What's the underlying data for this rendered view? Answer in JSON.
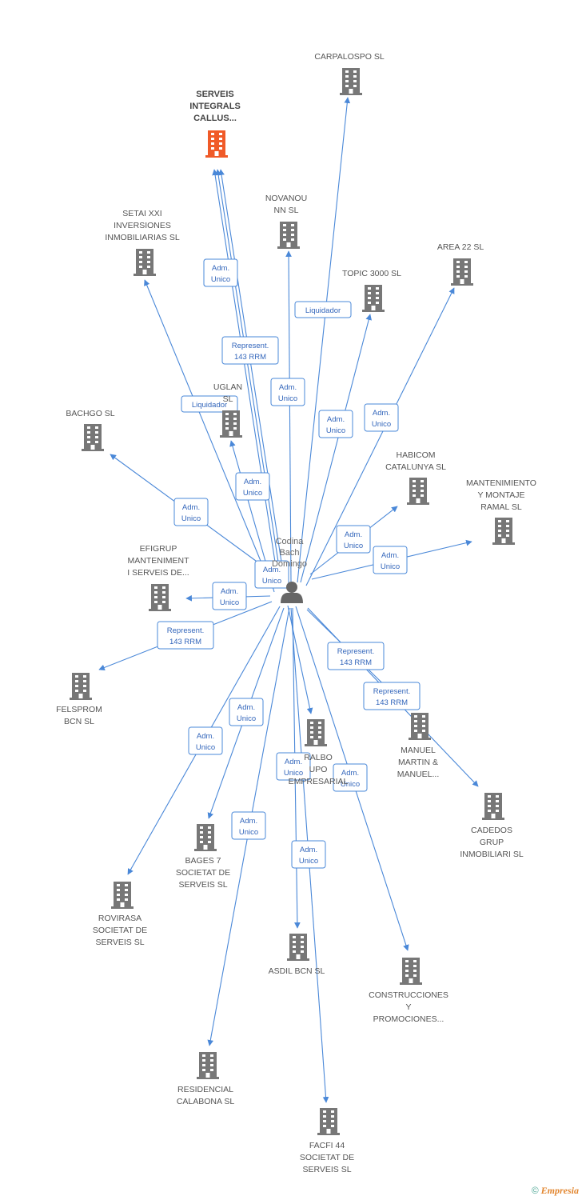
{
  "person": {
    "label_lines": [
      "Codina",
      "Bach",
      "Domingo"
    ],
    "icon": "person-icon"
  },
  "colors": {
    "edge": "#4a88d8",
    "building": "#777777",
    "building_main": "#f05a28"
  },
  "nodes": [
    {
      "id": "serveis",
      "label_lines": [
        "SERVEIS",
        "INTEGRALS",
        "CALLUS..."
      ],
      "main": true,
      "icon": "building-icon"
    },
    {
      "id": "carpalospo",
      "label_lines": [
        "CARPALOSPO SL"
      ],
      "icon": "building-icon"
    },
    {
      "id": "setai",
      "label_lines": [
        "SETAI XXI",
        "INVERSIONES",
        "INMOBILIARIAS SL"
      ],
      "icon": "building-icon"
    },
    {
      "id": "novanou",
      "label_lines": [
        "NOVANOU",
        "NN SL"
      ],
      "icon": "building-icon"
    },
    {
      "id": "area22",
      "label_lines": [
        "AREA 22 SL"
      ],
      "icon": "building-icon"
    },
    {
      "id": "topic",
      "label_lines": [
        "TOPIC 3000 SL"
      ],
      "icon": "building-icon"
    },
    {
      "id": "uglan",
      "label_lines": [
        "UGLAN",
        "SL"
      ],
      "icon": "building-icon"
    },
    {
      "id": "bachgo",
      "label_lines": [
        "BACHGO  SL"
      ],
      "icon": "building-icon"
    },
    {
      "id": "habicom",
      "label_lines": [
        "HABICOM",
        "CATALUNYA SL"
      ],
      "icon": "building-icon"
    },
    {
      "id": "mantenimiento",
      "label_lines": [
        "MANTENIMIENTO",
        "Y MONTAJE",
        "RAMAL SL"
      ],
      "icon": "building-icon"
    },
    {
      "id": "efigrup",
      "label_lines": [
        "EFIGRUP",
        "MANTENIMENT",
        "I SERVEIS DE..."
      ],
      "icon": "building-icon"
    },
    {
      "id": "felsprom",
      "label_lines": [
        "FELSPROM",
        "BCN SL"
      ],
      "icon": "building-icon"
    },
    {
      "id": "ralbo",
      "label_lines": [
        "RALBO",
        "UPO",
        "EMPRESARIAL"
      ],
      "icon": "building-icon"
    },
    {
      "id": "manuel",
      "label_lines": [
        "MANUEL",
        "MARTIN &",
        "MANUEL..."
      ],
      "icon": "building-icon"
    },
    {
      "id": "cadedos",
      "label_lines": [
        "CADEDOS",
        "GRUP",
        "INMOBILIARI SL"
      ],
      "icon": "building-icon"
    },
    {
      "id": "bages",
      "label_lines": [
        "BAGES 7",
        "SOCIETAT DE",
        "SERVEIS SL"
      ],
      "icon": "building-icon"
    },
    {
      "id": "rovirasa",
      "label_lines": [
        "ROVIRASA",
        "SOCIETAT DE",
        "SERVEIS SL"
      ],
      "icon": "building-icon"
    },
    {
      "id": "asdil",
      "label_lines": [
        "ASDIL BCN SL"
      ],
      "icon": "building-icon"
    },
    {
      "id": "construcciones",
      "label_lines": [
        "CONSTRUCCIONES",
        "Y",
        "PROMOCIONES..."
      ],
      "icon": "building-icon"
    },
    {
      "id": "residencial",
      "label_lines": [
        "RESIDENCIAL",
        "CALABONA SL"
      ],
      "icon": "building-icon"
    },
    {
      "id": "facfi",
      "label_lines": [
        "FACFI 44",
        "SOCIETAT DE",
        "SERVEIS SL"
      ],
      "icon": "building-icon"
    }
  ],
  "edges": [
    {
      "to": "carpalospo",
      "label_lines": [
        "Liquidador"
      ]
    },
    {
      "to": "serveis",
      "label_lines": [
        "Adm.",
        "Unico"
      ]
    },
    {
      "to": "serveis",
      "label_lines": [
        "Represent.",
        "143 RRM"
      ]
    },
    {
      "to": "serveis",
      "label_lines": [
        "Liquidador"
      ]
    },
    {
      "to": "setai",
      "label_lines": [
        "Adm.",
        "Unico"
      ]
    },
    {
      "to": "novanou",
      "label_lines": [
        "Adm.",
        "Unico"
      ]
    },
    {
      "to": "topic",
      "label_lines": [
        "Adm.",
        "Unico"
      ]
    },
    {
      "to": "area22",
      "label_lines": [
        "Adm.",
        "Unico"
      ]
    },
    {
      "to": "uglan",
      "label_lines": [
        "Adm.",
        "Unico"
      ]
    },
    {
      "to": "bachgo",
      "label_lines": [
        "Adm.",
        "Unico"
      ]
    },
    {
      "to": "habicom",
      "label_lines": [
        "Adm.",
        "Unico"
      ]
    },
    {
      "to": "mantenimiento",
      "label_lines": [
        "Adm.",
        "Unico"
      ]
    },
    {
      "to": "efigrup",
      "label_lines": [
        "Adm.",
        "Unico"
      ]
    },
    {
      "to": "felsprom",
      "label_lines": [
        "Represent.",
        "143 RRM"
      ]
    },
    {
      "to": "ralbo",
      "label_lines": [
        "Adm.",
        "Unico"
      ]
    },
    {
      "to": "manuel",
      "label_lines": [
        "Represent.",
        "143 RRM"
      ]
    },
    {
      "to": "cadedos",
      "label_lines": [
        "Represent.",
        "143 RRM"
      ]
    },
    {
      "to": "bages",
      "label_lines": [
        "Adm.",
        "Unico"
      ]
    },
    {
      "to": "rovirasa",
      "label_lines": [
        "Adm.",
        "Unico"
      ]
    },
    {
      "to": "asdil",
      "label_lines": [
        "Adm.",
        "Unico"
      ]
    },
    {
      "to": "construcciones",
      "label_lines": [
        "Adm.",
        "Unico"
      ]
    },
    {
      "to": "residencial",
      "label_lines": [
        "Adm.",
        "Unico"
      ]
    },
    {
      "to": "facfi",
      "label_lines": [
        "Adm.",
        "Unico"
      ]
    }
  ],
  "footer": {
    "copyright": "©",
    "brand": "Empresia"
  }
}
